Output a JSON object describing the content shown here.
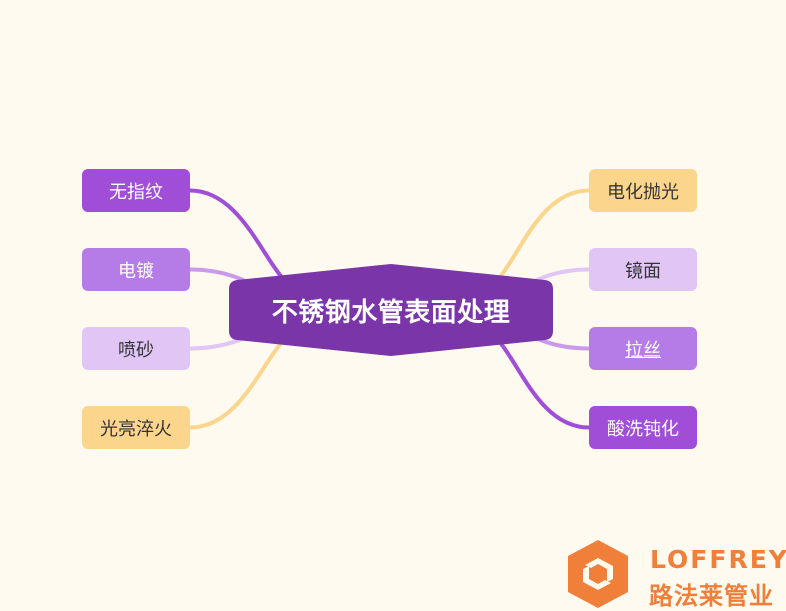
{
  "mindmap": {
    "center": {
      "label": "不锈钢水管表面处理",
      "color": "#7a35a8"
    },
    "left": [
      {
        "label": "无指纹",
        "bg": "#a04ed8",
        "fg": "#ffffff",
        "line": "#a04ed8"
      },
      {
        "label": "电镀",
        "bg": "#b57be6",
        "fg": "#ffffff",
        "line": "#c99ae9"
      },
      {
        "label": "喷砂",
        "bg": "#e0c5f5",
        "fg": "#333333",
        "line": "#e0c5f5"
      },
      {
        "label": "光亮淬火",
        "bg": "#fbd58b",
        "fg": "#333333",
        "line": "#fbd58b"
      }
    ],
    "right": [
      {
        "label": "电化抛光",
        "bg": "#fbd58b",
        "fg": "#333333",
        "line": "#fbd58b"
      },
      {
        "label": "镜面",
        "bg": "#e0c5f5",
        "fg": "#333333",
        "line": "#e0c5f5"
      },
      {
        "label": "拉丝",
        "bg": "#b57be6",
        "fg": "#ffffff",
        "line": "#c99ae9"
      },
      {
        "label": "酸洗钝化",
        "bg": "#a04ed8",
        "fg": "#ffffff",
        "line": "#a04ed8"
      }
    ]
  },
  "logo": {
    "brand_en": "LOFFREY",
    "brand_cn": "路法莱管业",
    "color": "#f07f3a",
    "icon": "hexagon-logo-icon"
  }
}
